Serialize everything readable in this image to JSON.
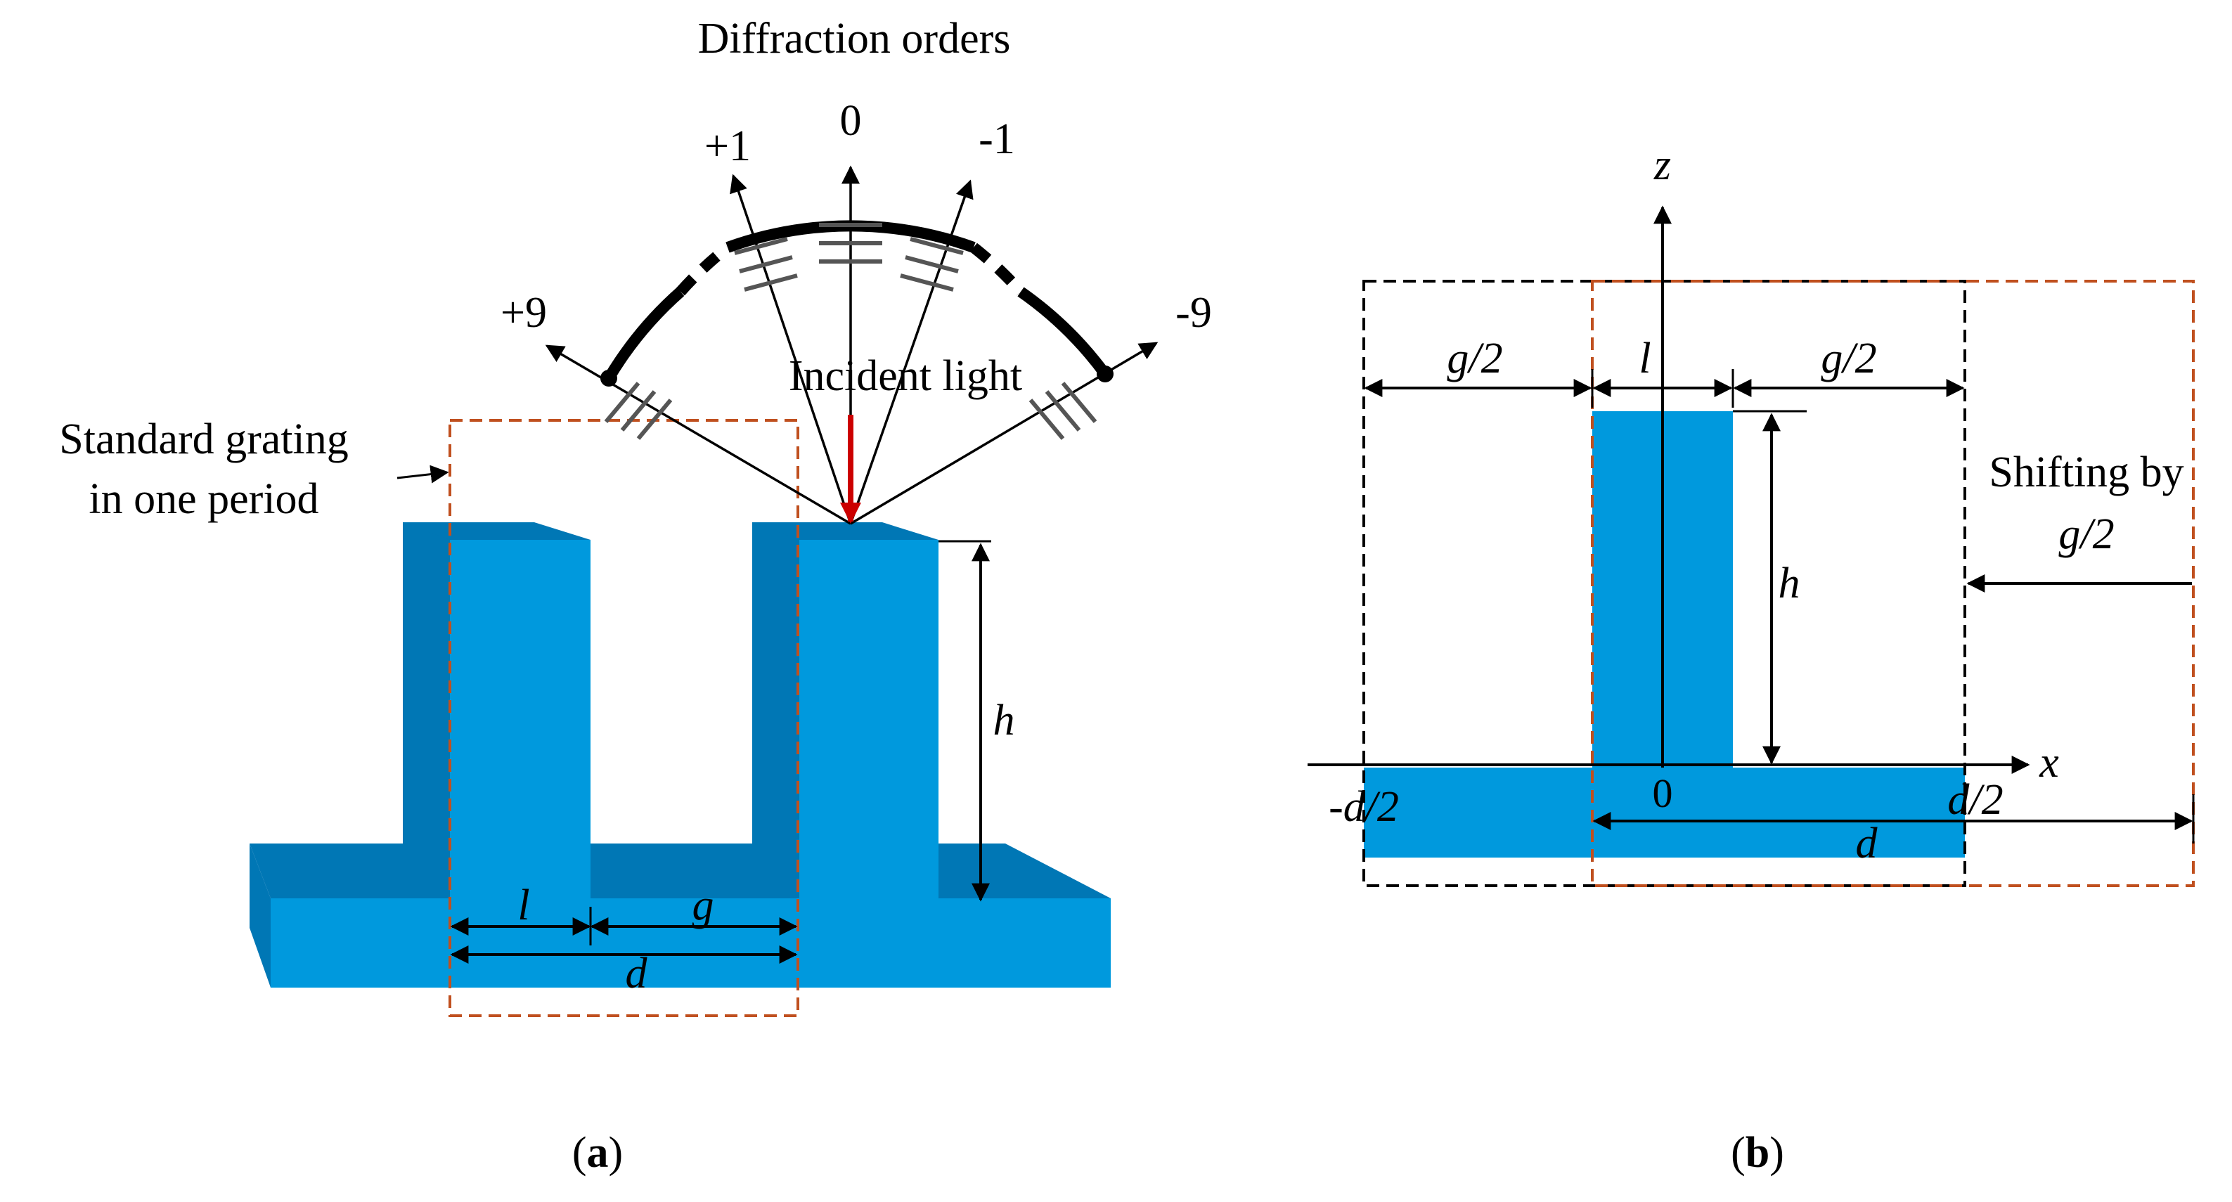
{
  "panel_a": {
    "title": "Diffraction orders",
    "orders": {
      "p1": "+1",
      "zero": "0",
      "m1": "-1",
      "p9": "+9",
      "m9": "-9"
    },
    "incident_light": "Incident light",
    "grating_label_1": "Standard grating",
    "grating_label_2": "in one period",
    "dim_h": "h",
    "dim_l": "l",
    "dim_g": "g",
    "dim_d": "d",
    "caption_open": "(",
    "caption_letter": "a",
    "caption_close": ")"
  },
  "panel_b": {
    "axis_z": "z",
    "axis_x": "x",
    "origin": "0",
    "dim_g_half_left": "g/2",
    "dim_l": "l",
    "dim_g_half_right": "g/2",
    "dim_h": "h",
    "minus_d_half": "-d/2",
    "d_half": "d/2",
    "dim_d": "d",
    "shift_label_1": "Shifting by",
    "shift_label_2": "g/2",
    "caption_open": "(",
    "caption_letter": "b",
    "caption_close": ")"
  },
  "colors": {
    "block_light": "#0099dd",
    "block_dark": "#0077b5",
    "dashed_orange": "#c0501f",
    "dashed_black": "#000000",
    "incident_arrow": "#cc0000",
    "hatch": "#555555"
  }
}
